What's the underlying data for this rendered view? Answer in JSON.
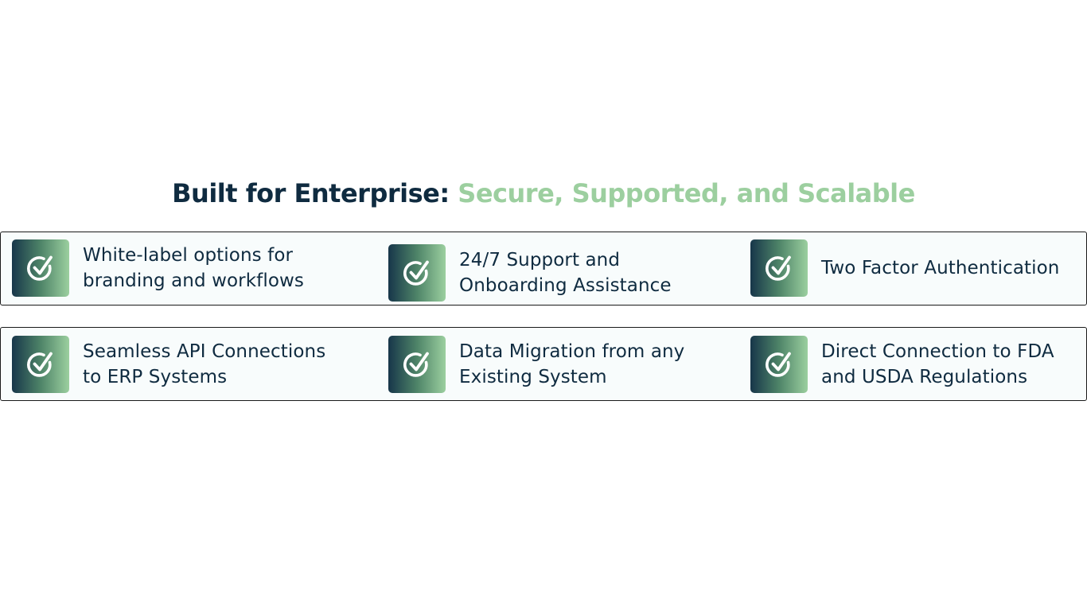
{
  "heading": {
    "part1": "Built for Enterprise:",
    "part2": "Secure, Supported, and Scalable"
  },
  "colors": {
    "heading_dark": "#0f2b40",
    "heading_accent": "#9ccf9f",
    "badge_gradient_start": "#17364a",
    "badge_gradient_end": "#9bcf9f"
  },
  "features": {
    "row1": [
      {
        "icon": "check-circle-icon",
        "lines": [
          "White-label options for",
          "branding and workflows"
        ]
      },
      {
        "icon": "check-circle-icon",
        "lines": [
          "24/7 Support and",
          "Onboarding Assistance"
        ]
      },
      {
        "icon": "check-circle-icon",
        "lines": [
          "Two Factor Authentication"
        ]
      }
    ],
    "row2": [
      {
        "icon": "check-circle-icon",
        "lines": [
          "Seamless API Connections",
          "to ERP Systems"
        ]
      },
      {
        "icon": "check-circle-icon",
        "lines": [
          "Data Migration from any",
          "Existing System"
        ]
      },
      {
        "icon": "check-circle-icon",
        "lines": [
          "Direct Connection to FDA",
          "and USDA Regulations"
        ]
      }
    ]
  }
}
